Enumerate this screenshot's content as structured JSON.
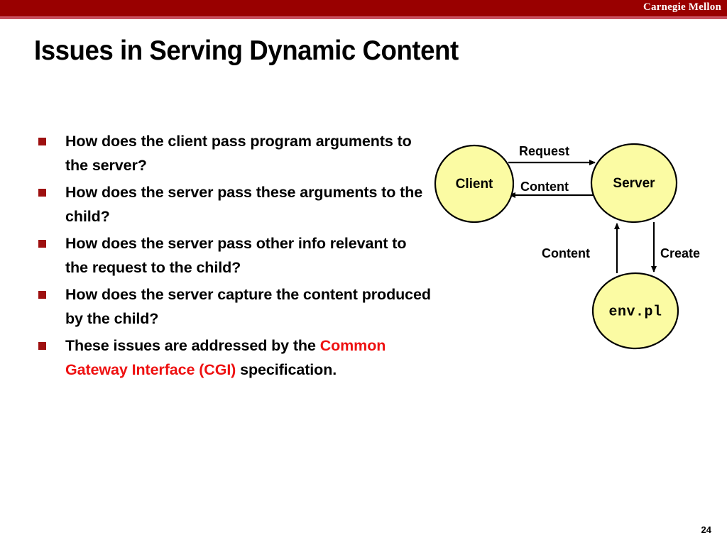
{
  "header": {
    "brand": "Carnegie Mellon",
    "band_color": "#990000",
    "underline_color": "#c8505f"
  },
  "title": "Issues in Serving Dynamic Content",
  "bullets": [
    {
      "text": "How does the client pass program arguments to the server?"
    },
    {
      "text": "How does the server pass these arguments to the child?"
    },
    {
      "text": "How does the server pass other info relevant to the request to the child?"
    },
    {
      "text": "How does the server capture the content produced by the child?"
    },
    {
      "text_before": "These issues are addressed by the ",
      "text_accent": "Common Gateway Interface (CGI)",
      "text_after": " specification."
    }
  ],
  "bullet_marker_color": "#9e1010",
  "accent_color": "#ee1111",
  "diagram": {
    "node_fill": "#fbfba3",
    "node_stroke": "#000000",
    "nodes": [
      {
        "id": "client",
        "label": "Client",
        "mono": false
      },
      {
        "id": "server",
        "label": "Server",
        "mono": false
      },
      {
        "id": "script",
        "label": "env.pl",
        "mono": true
      }
    ],
    "edges": [
      {
        "id": "client-to-server",
        "label": "Request",
        "from": "client",
        "to": "server"
      },
      {
        "id": "server-to-client",
        "label": "Content",
        "from": "server",
        "to": "client"
      },
      {
        "id": "script-to-server",
        "label": "Content",
        "from": "script",
        "to": "server"
      },
      {
        "id": "server-to-script",
        "label": "Create",
        "from": "server",
        "to": "script"
      }
    ]
  },
  "footer": {
    "page_number": "24"
  }
}
